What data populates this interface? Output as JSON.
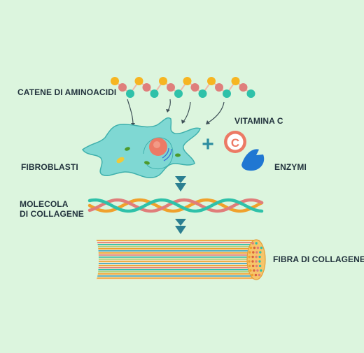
{
  "labels": {
    "amino_chains": "CATENE DI AMINOACIDI",
    "vitamin_c": "VITAMINA C",
    "fibroblasts": "FIBROBLASTI",
    "enzymes": "ENZYMI",
    "collagen_molecule_line1": "MOLECOLA",
    "collagen_molecule_line2": "DI COLLAGENE",
    "collagen_fiber": "FIBRA DI COLLAGENE"
  },
  "symbols": {
    "vitamin_c_letter": "C",
    "plus": "+"
  },
  "icons": {
    "flow_arrows": "down-arrow-icon",
    "enzyme": "pacman-blob-icon"
  },
  "colors": {
    "background": "#dcf5de",
    "amino_yellow": "#f6b522",
    "amino_pink": "#df7f7c",
    "amino_teal": "#2fc1a9",
    "cell_body": "#7fd8d3",
    "nucleus": "#ec7a65",
    "vitamin_c": "#ec7a65",
    "enzyme": "#2077d2",
    "arrow": "#2b7f91",
    "strand_orange": "#f0a12c",
    "strand_pink": "#e07d7a",
    "strand_teal": "#2fc1a9",
    "text": "#23343e"
  }
}
